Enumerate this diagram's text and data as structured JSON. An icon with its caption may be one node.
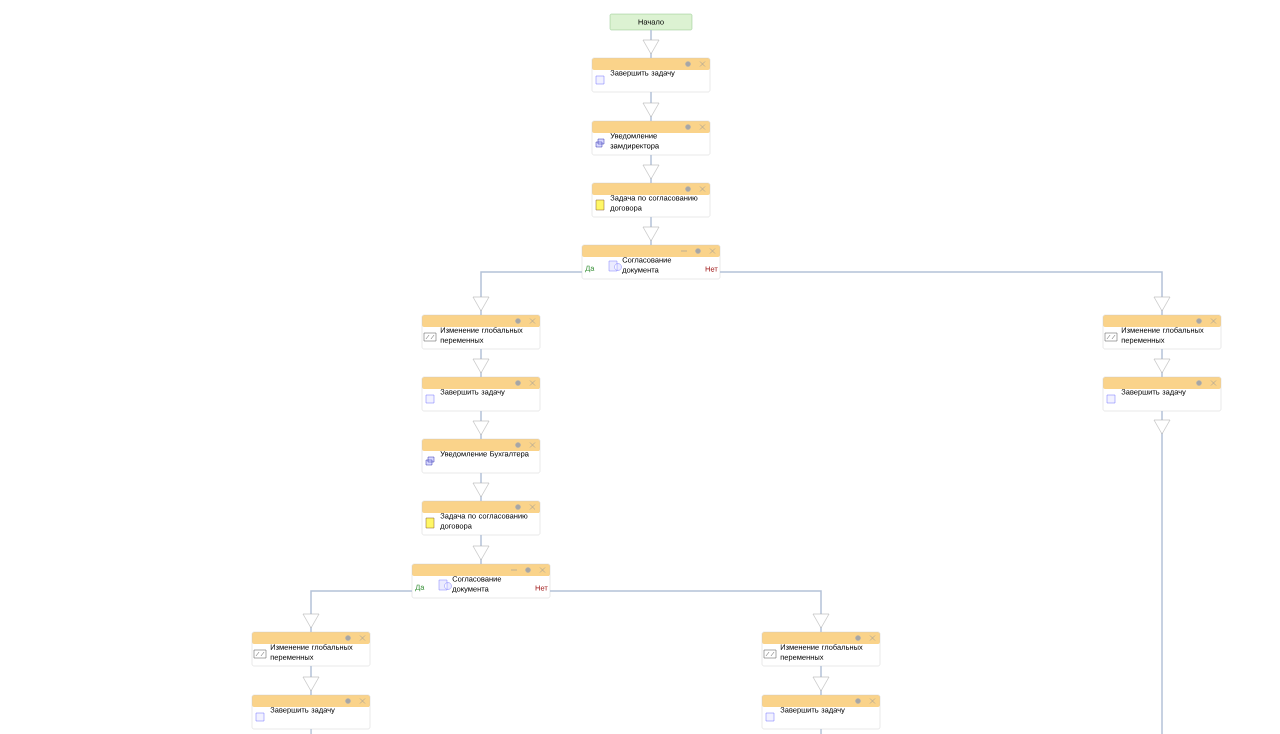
{
  "diagram": {
    "nodes": [
      {
        "text": [
          "Начало"
        ]
      },
      {
        "text": [
          "Завершить задачу"
        ]
      },
      {
        "text": [
          "Уведомление замдиректора"
        ]
      },
      {
        "text": [
          "Задача по согласованию договора"
        ]
      },
      {
        "text": [
          "Да",
          "Согласование документа",
          "Нет"
        ]
      },
      {
        "text": [
          "Изменение глобальных переменных"
        ]
      },
      {
        "text": [
          "Завершить задачу"
        ]
      },
      {
        "text": [
          "Уведомление Бухгалтера"
        ]
      },
      {
        "text": [
          "Задача по согласованию договора"
        ]
      },
      {
        "text": [
          "Да",
          "Согласование документа",
          "Нет"
        ]
      },
      {
        "text": [
          "Изменение глобальных переменных"
        ]
      },
      {
        "text": [
          "Завершить задачу"
        ]
      },
      {
        "text": [
          "Изменение глобальных переменных"
        ]
      },
      {
        "text": [
          "Завершить задачу"
        ]
      },
      {
        "text": [
          "Изменение глобальных переменных"
        ]
      },
      {
        "text": [
          "Завершить задачу"
        ]
      }
    ],
    "edges": [
      {
        "from": 0,
        "to": 1,
        "arrow": "to"
      },
      {
        "from": 1,
        "to": 2,
        "arrow": "to"
      },
      {
        "from": 2,
        "to": 3,
        "arrow": "to"
      },
      {
        "from": 3,
        "to": 4,
        "arrow": "to"
      },
      {
        "from": 4,
        "to": 5,
        "arrow": "to"
      },
      {
        "from": 4,
        "to": 14,
        "arrow": "to"
      },
      {
        "from": 5,
        "to": 6,
        "arrow": "to"
      },
      {
        "from": 6,
        "to": 7,
        "arrow": "to"
      },
      {
        "from": 7,
        "to": 8,
        "arrow": "to"
      },
      {
        "from": 8,
        "to": 9,
        "arrow": "to"
      },
      {
        "from": 9,
        "to": 10,
        "arrow": "to"
      },
      {
        "from": 9,
        "to": 12,
        "arrow": "to"
      },
      {
        "from": 10,
        "to": 11,
        "arrow": "to"
      },
      {
        "from": 12,
        "to": 13,
        "arrow": "to"
      },
      {
        "from": 14,
        "to": 15,
        "arrow": "to"
      },
      {
        "from": 15,
        "to": null,
        "arrow": "to"
      },
      {
        "from": 11,
        "to": null,
        "arrow": "none"
      },
      {
        "from": 13,
        "to": null,
        "arrow": "none"
      }
    ]
  }
}
